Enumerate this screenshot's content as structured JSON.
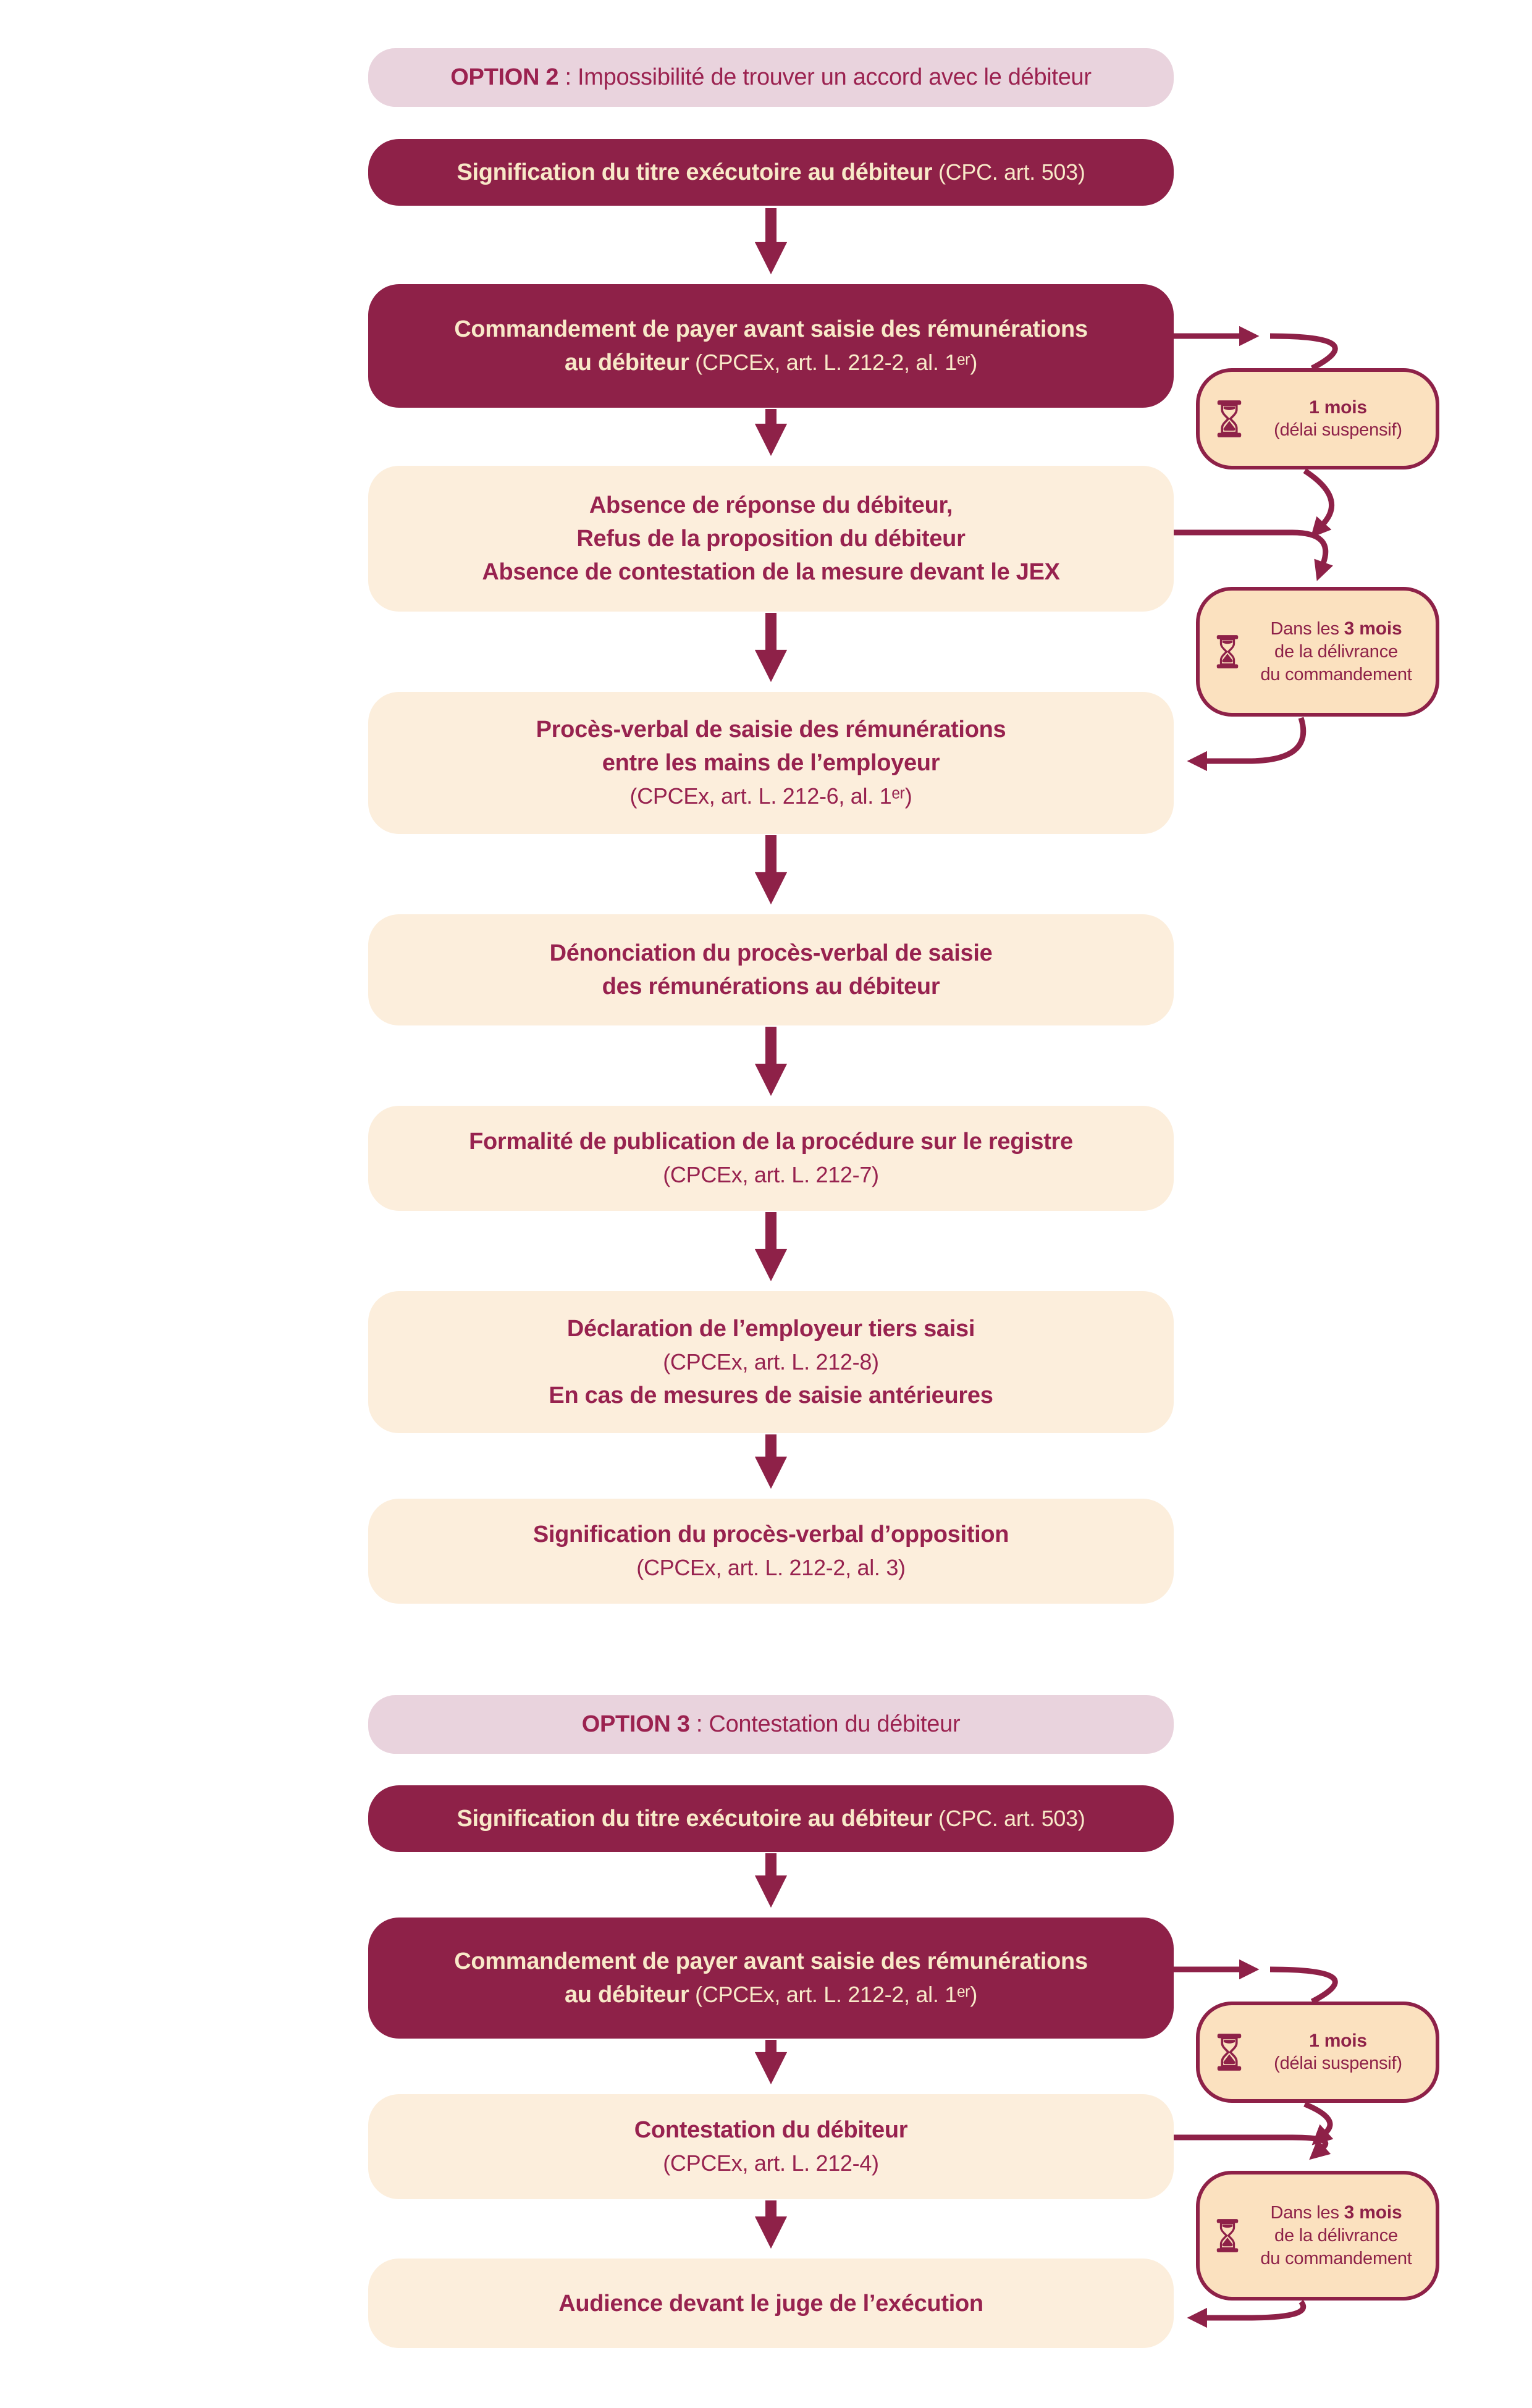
{
  "colors": {
    "dark_box": "#8E2148",
    "cream_box": "#FCEEDC",
    "badge_fill": "#FBE1BF",
    "header_pink": "#E9D3DD",
    "text_on_dark": "#F8E9C8",
    "raspberry_text": "#97224F",
    "arrow": "#8E2148"
  },
  "option2": {
    "header": {
      "label_bold": "OPTION 2",
      "label_rest": " : Impossibilité de trouver un accord avec le débiteur"
    },
    "steps": {
      "signification": {
        "main": "Signification du titre exécutoire au débiteur",
        "ref": " (CPC. art. 503)"
      },
      "commandement": {
        "line1": "Commandement de payer avant saisie des rémunérations",
        "line2_main": "au débiteur",
        "line2_ref": " (CPCEx, art. L. 212-2, al. 1ᵉʳ)"
      },
      "absence": {
        "line1": "Absence de réponse du débiteur,",
        "line2": "Refus de la proposition du débiteur",
        "line3": "Absence de contestation de la mesure devant le JEX"
      },
      "proces_verbal": {
        "line1": "Procès-verbal de saisie des rémunérations",
        "line2": "entre les mains de l’employeur",
        "ref": "(CPCEx, art. L. 212-6, al. 1ᵉʳ)"
      },
      "denonciation": {
        "line1": "Dénonciation du procès-verbal de saisie",
        "line2": "des rémunérations au débiteur"
      },
      "formalite": {
        "main": "Formalité de publication de la procédure sur le registre",
        "ref": "(CPCEx, art. L. 212-7)"
      },
      "declaration": {
        "main": "Déclaration de l’employeur tiers saisi",
        "ref": "(CPCEx, art. L. 212-8)",
        "note": "En cas de mesures de saisie antérieures"
      },
      "signification_pv": {
        "main": "Signification du procès-verbal d’opposition",
        "ref": "(CPCEx, art. L. 212-2, al. 3)"
      }
    },
    "badges": {
      "un_mois": {
        "duration": "1 mois",
        "note": "(délai suspensif)"
      },
      "trois_mois": {
        "prefix": "Dans les ",
        "duration": "3 mois",
        "line2": "de la délivrance",
        "line3": "du commandement"
      }
    }
  },
  "option3": {
    "header": {
      "label_bold": "OPTION 3",
      "label_rest": " : Contestation du débiteur"
    },
    "steps": {
      "signification": {
        "main": "Signification du titre exécutoire au débiteur",
        "ref": " (CPC. art. 503)"
      },
      "commandement": {
        "line1": "Commandement de payer avant saisie des rémunérations",
        "line2_main": "au débiteur",
        "line2_ref": " (CPCEx, art. L. 212-2, al. 1ᵉʳ)"
      },
      "contestation": {
        "main": "Contestation du débiteur",
        "ref": "(CPCEx, art. L. 212-4)"
      },
      "audience": {
        "main": "Audience devant le juge de l’exécution"
      }
    },
    "badges": {
      "un_mois": {
        "duration": "1 mois",
        "note": "(délai suspensif)"
      },
      "trois_mois": {
        "prefix": "Dans les ",
        "duration": "3 mois",
        "line2": "de la délivrance",
        "line3": "du commandement"
      }
    }
  }
}
